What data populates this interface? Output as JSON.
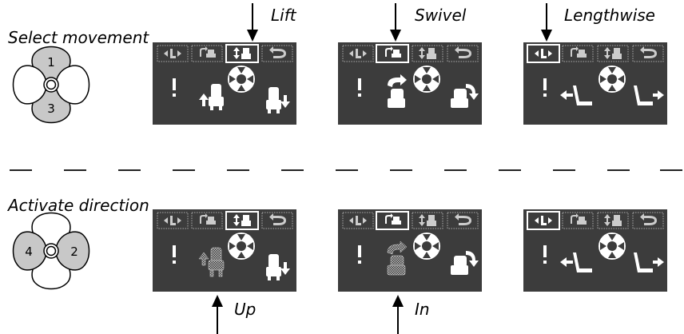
{
  "top_row": {
    "title": "Select movement",
    "keypad_keys": [
      "1",
      "3"
    ],
    "panels": [
      {
        "label": "Lift",
        "selected_tab": 2,
        "icon": "lift-seat-icons"
      },
      {
        "label": "Swivel",
        "selected_tab": 1,
        "icon": "swivel-seat-icons"
      },
      {
        "label": "Lengthwise",
        "selected_tab": 0,
        "icon": "lengthwise-seat-icons"
      }
    ]
  },
  "bottom_row": {
    "title": "Activate direction",
    "keypad_keys": [
      "4",
      "2"
    ],
    "directions": [
      {
        "label": "Up"
      },
      {
        "label": "In"
      }
    ]
  },
  "colors": {
    "screen_bg": "#3c3c3c",
    "screen_fg": "#ffffff",
    "keypad_active": "#c8c8c8",
    "keypad_idle": "#ffffff"
  },
  "tab_icons": [
    "lengthwise-arrows-icon",
    "swivel-icon",
    "lift-icon",
    "return-icon"
  ]
}
